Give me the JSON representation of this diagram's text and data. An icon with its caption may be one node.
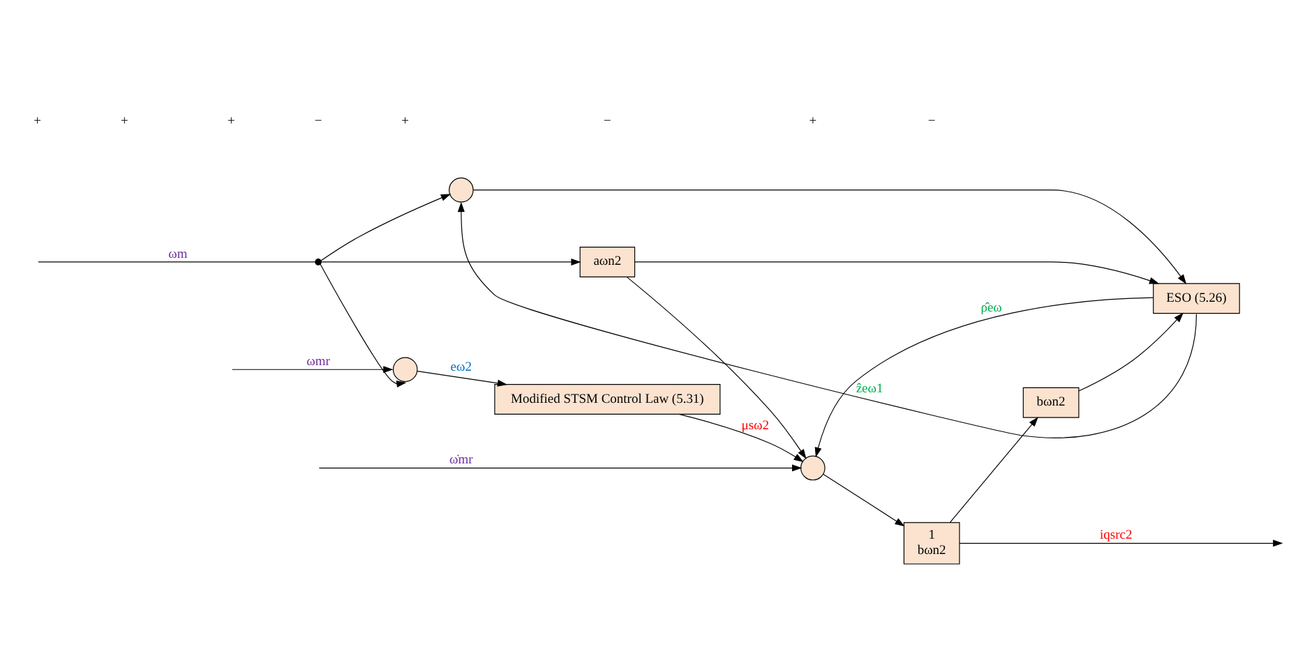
{
  "diagram": {
    "nodes": [
      {
        "text": [],
        "shape": "circle"
      },
      {
        "text": [
          "Modified STSM Control Law (5.31)"
        ]
      },
      {
        "text": [],
        "shape": "circle"
      },
      {
        "text": [
          "1",
          "bωn2"
        ]
      },
      {
        "text": [
          "ESO (5.26)"
        ]
      },
      {
        "text": [],
        "shape": "circle"
      },
      {
        "text": [
          "bωn2"
        ]
      },
      {
        "text": [
          "aωn2"
        ]
      },
      {
        "text": [],
        "shape": "dot"
      }
    ],
    "edges": [
      {
        "from": null,
        "to": 0,
        "arrow": "to",
        "label": "ωmr"
      },
      {
        "from": 0,
        "to": 1,
        "arrow": "to",
        "label": "eω2"
      },
      {
        "from": 1,
        "to": 2,
        "arrow": "to",
        "label": "μsω2"
      },
      {
        "from": null,
        "to": 2,
        "arrow": "to",
        "label": "ω̇mr"
      },
      {
        "from": 2,
        "to": 3,
        "arrow": "to"
      },
      {
        "from": 3,
        "to": null,
        "arrow": "to",
        "label": "iqsrc2"
      },
      {
        "from": 3,
        "to": 6,
        "arrow": "to"
      },
      {
        "from": 6,
        "to": 4,
        "arrow": "to"
      },
      {
        "from": 4,
        "to": 2,
        "arrow": "to",
        "label": "ρ̂eω"
      },
      {
        "from": null,
        "to": 8,
        "arrow": "none",
        "label": "ωm"
      },
      {
        "from": 8,
        "to": 0,
        "arrow": "to"
      },
      {
        "from": 8,
        "to": 5,
        "arrow": "to"
      },
      {
        "from": 8,
        "to": 7,
        "arrow": "to"
      },
      {
        "from": 5,
        "to": 4,
        "arrow": "to"
      },
      {
        "from": 4,
        "to": 5,
        "arrow": "to",
        "label": "ẑeω1"
      },
      {
        "from": 7,
        "to": 4,
        "arrow": "to"
      },
      {
        "from": 7,
        "to": 2,
        "arrow": "to"
      }
    ],
    "labels": [
      "+",
      "+",
      "+",
      "−",
      "+",
      "−",
      "+",
      "−"
    ]
  }
}
